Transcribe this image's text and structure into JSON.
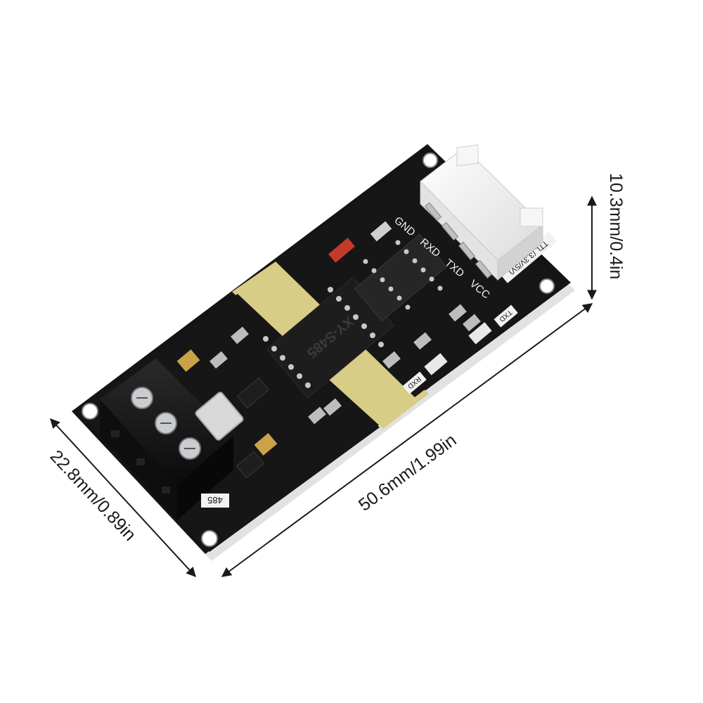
{
  "dimensions": {
    "width_label": "22.8mm/0.89in",
    "length_label": "50.6mm/1.99in",
    "height_label": "10.3mm/0.4in"
  },
  "board": {
    "chip_label": "XY-S485",
    "pin_labels": [
      "GND",
      "RXD",
      "TXD",
      "VCC"
    ],
    "ttl_label": "TTL (3.3V/5V)",
    "txd_led_label": "TXD",
    "rxd_led_label": "RXD",
    "terminal_label": "485"
  },
  "colors": {
    "pcb": "#121212",
    "substrate": "#d9cf8a",
    "connector": "#f4f4f4",
    "dimension_line": "#1a1a1a"
  }
}
